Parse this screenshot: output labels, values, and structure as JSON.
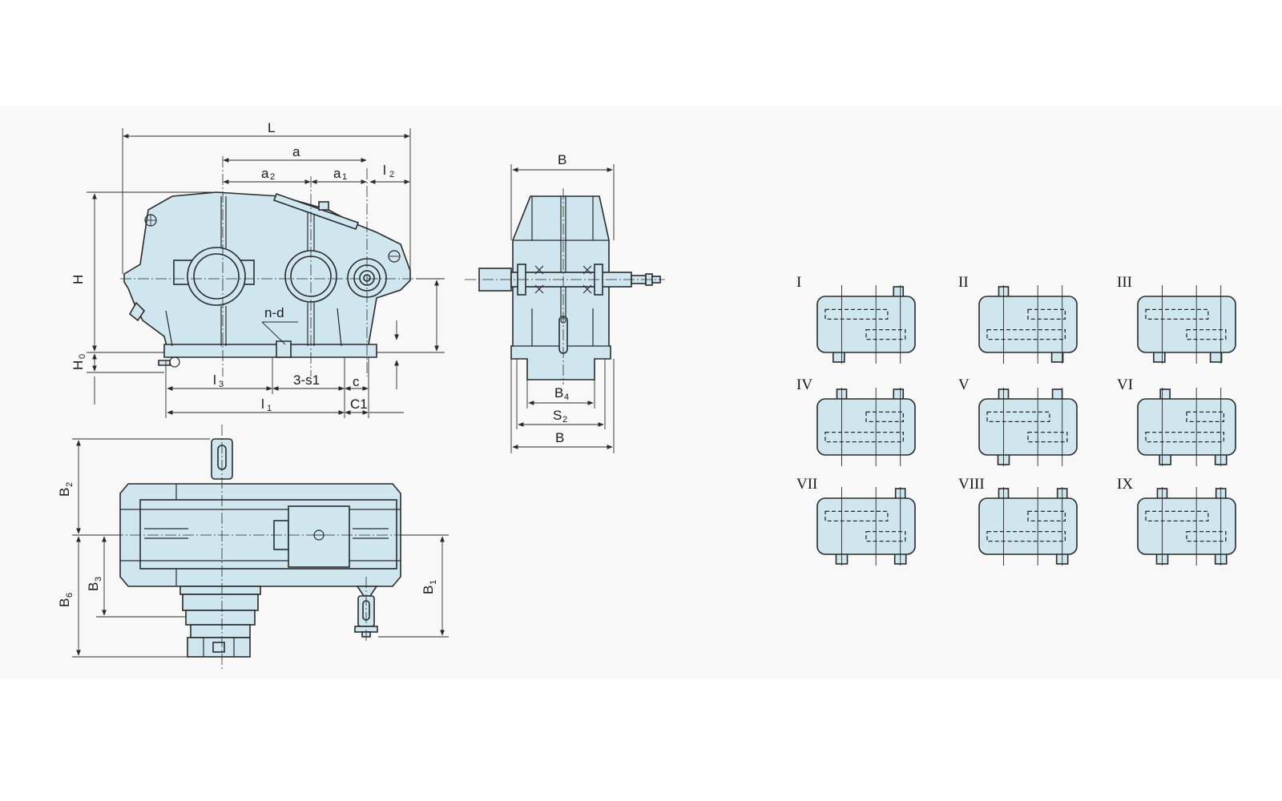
{
  "front_view": {
    "L": "L",
    "a": "a",
    "a2": "a",
    "a2_sub": "2",
    "a1": "a",
    "a1_sub": "1",
    "l2": "l",
    "l2_sub": "2",
    "H": "H",
    "H0": "H",
    "H0_sub": "0",
    "nd": "n-d",
    "l3": "l",
    "l3_sub": "3",
    "s1": "3-s1",
    "c": "c",
    "l1": "l",
    "l1_sub": "1",
    "c1": "C1"
  },
  "side_view": {
    "B_top": "B",
    "B4": "B",
    "B4_sub": "4",
    "S2": "S",
    "S2_sub": "2",
    "B_bottom": "B"
  },
  "top_view": {
    "B2": "B",
    "B2_sub": "2",
    "B3": "B",
    "B3_sub": "3",
    "B6": "B",
    "B6_sub": "6",
    "B1": "B",
    "B1_sub": "1"
  },
  "assembly_types": [
    "I",
    "II",
    "III",
    "IV",
    "V",
    "VI",
    "VII",
    "VIII",
    "IX"
  ],
  "colors": {
    "body_fill": "#cfe6ef",
    "line": "#2a2a2a",
    "sheet": "#f8f8f8"
  }
}
